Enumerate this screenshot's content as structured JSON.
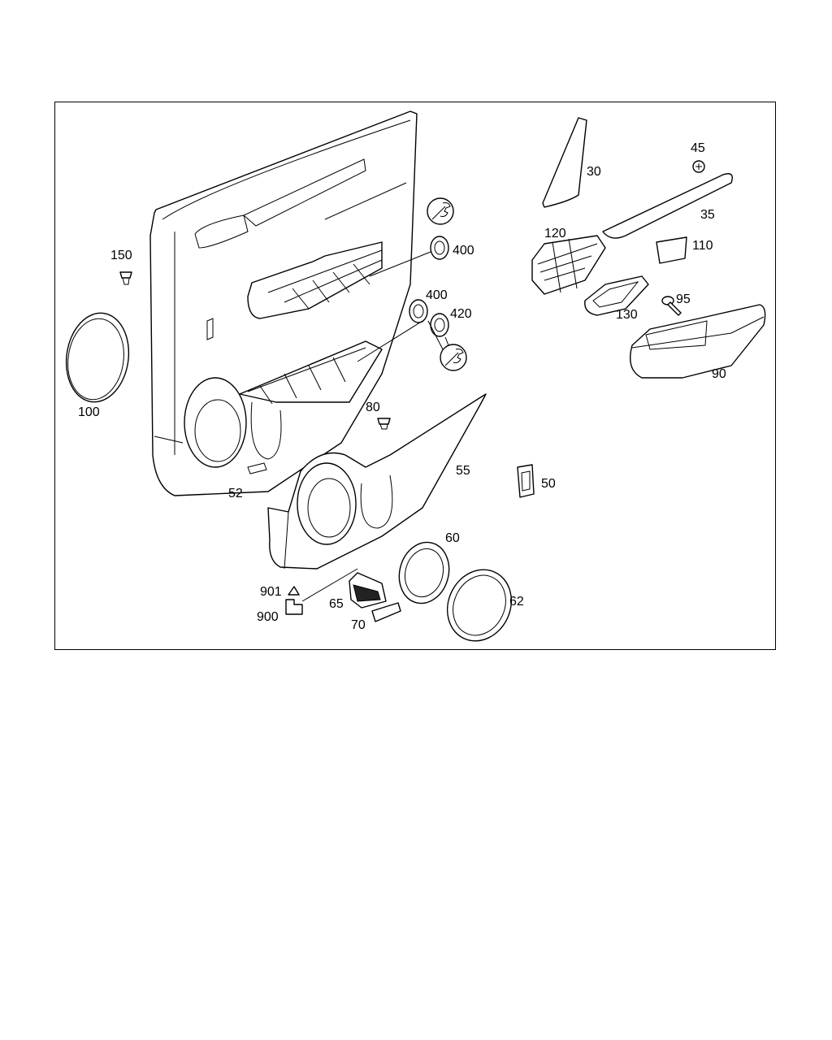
{
  "labels": {
    "p30": "30",
    "p45": "45",
    "p35": "35",
    "p120": "120",
    "p110": "110",
    "p95": "95",
    "p130": "130",
    "p90": "90",
    "p150": "150",
    "p400a": "400",
    "p400b": "400",
    "p420": "420",
    "p100": "100",
    "p80": "80",
    "p52": "52",
    "p55": "55",
    "p50": "50",
    "p60": "60",
    "p901": "901",
    "p900": "900",
    "p65": "65",
    "p70": "70",
    "p62": "62"
  },
  "colors": {
    "line": "#000000",
    "background": "#ffffff"
  },
  "icons": [
    "wrench-icon",
    "wrench-icon"
  ]
}
